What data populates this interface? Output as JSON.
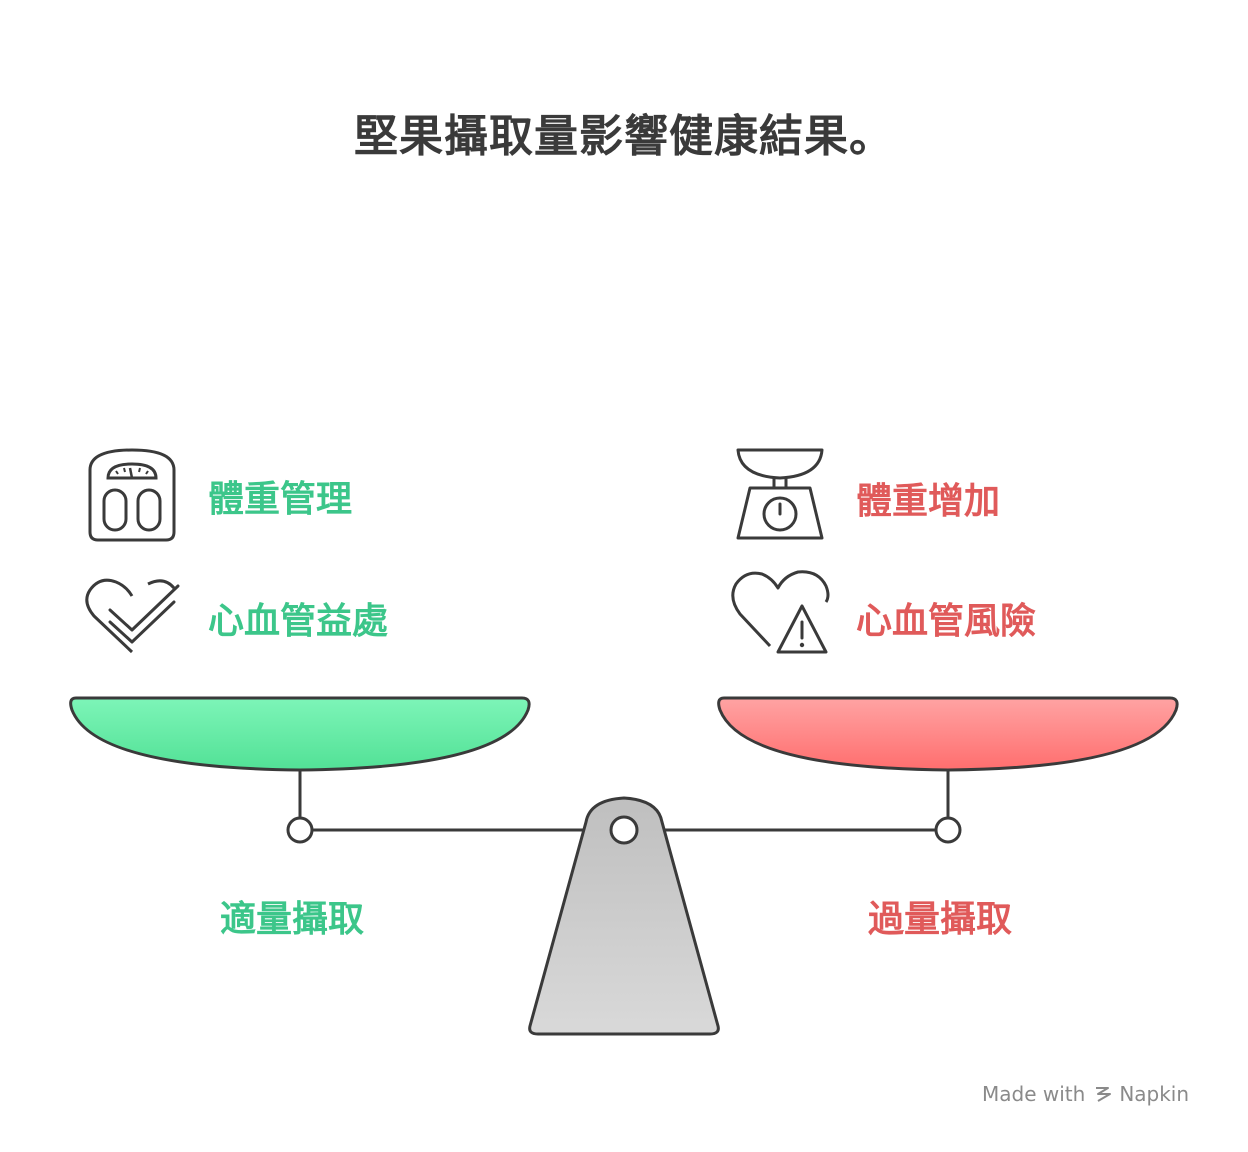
{
  "title": "堅果攝取量影響健康結果。",
  "left": {
    "items": [
      {
        "label": "體重管理",
        "icon": "bathroom-scale-icon"
      },
      {
        "label": "心血管益處",
        "icon": "heart-check-icon"
      }
    ],
    "caption": "適量攝取",
    "color": "#3cc68a"
  },
  "right": {
    "items": [
      {
        "label": "體重增加",
        "icon": "kitchen-scale-icon"
      },
      {
        "label": "心血管風險",
        "icon": "heart-warning-icon"
      }
    ],
    "caption": "過量攝取",
    "color": "#e05a5a"
  },
  "footer": {
    "made_with": "Made with",
    "brand": "Napkin"
  }
}
